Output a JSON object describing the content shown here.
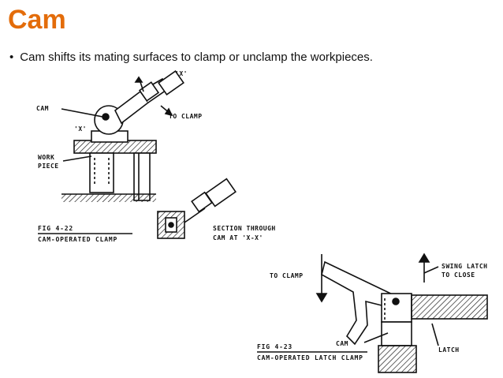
{
  "slide": {
    "title": "Cam",
    "bullet_symbol": "•",
    "bullet_text": "Cam shifts its mating surfaces to clamp or unclamp the workpieces."
  },
  "figure_1": {
    "label_cam": "CAM",
    "label_x_top": "'X'",
    "label_x_left": "'X'",
    "label_to_clamp": "TO CLAMP",
    "label_work": "WORK",
    "label_piece": "PIECE",
    "label_section_1": "SECTION THROUGH",
    "label_section_2": "CAM AT 'X-X'",
    "caption_number": "FIG 4-22",
    "caption_title": "CAM-OPERATED CLAMP"
  },
  "figure_2": {
    "label_to_clamp": "TO CLAMP",
    "label_swing_1": "SWING LATCH",
    "label_swing_2": "TO CLOSE",
    "label_cam": "CAM",
    "label_latch": "LATCH",
    "caption_number": "FIG 4-23",
    "caption_title": "CAM-OPERATED LATCH CLAMP"
  },
  "colors": {
    "title": "#e36c0a",
    "text": "#111111",
    "line": "#111111"
  }
}
